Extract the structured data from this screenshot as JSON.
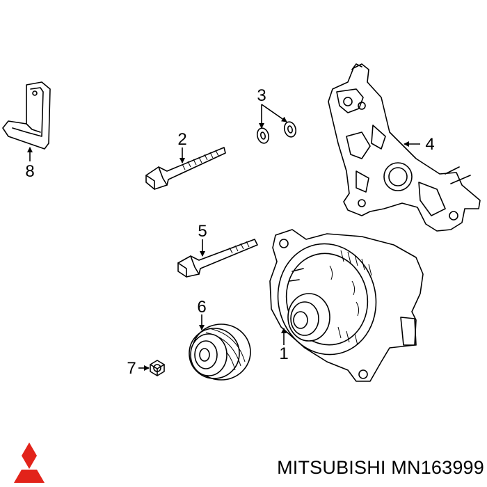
{
  "diagram": {
    "callouts": [
      {
        "id": "part-1",
        "label": "1"
      },
      {
        "id": "part-2",
        "label": "2"
      },
      {
        "id": "part-3",
        "label": "3"
      },
      {
        "id": "part-4",
        "label": "4"
      },
      {
        "id": "part-5",
        "label": "5"
      },
      {
        "id": "part-6",
        "label": "6"
      },
      {
        "id": "part-7",
        "label": "7"
      },
      {
        "id": "part-8",
        "label": "8"
      }
    ]
  },
  "footer": {
    "brand_text": "MITSUBISHI MN163999",
    "logo_color": "#e2231a"
  }
}
